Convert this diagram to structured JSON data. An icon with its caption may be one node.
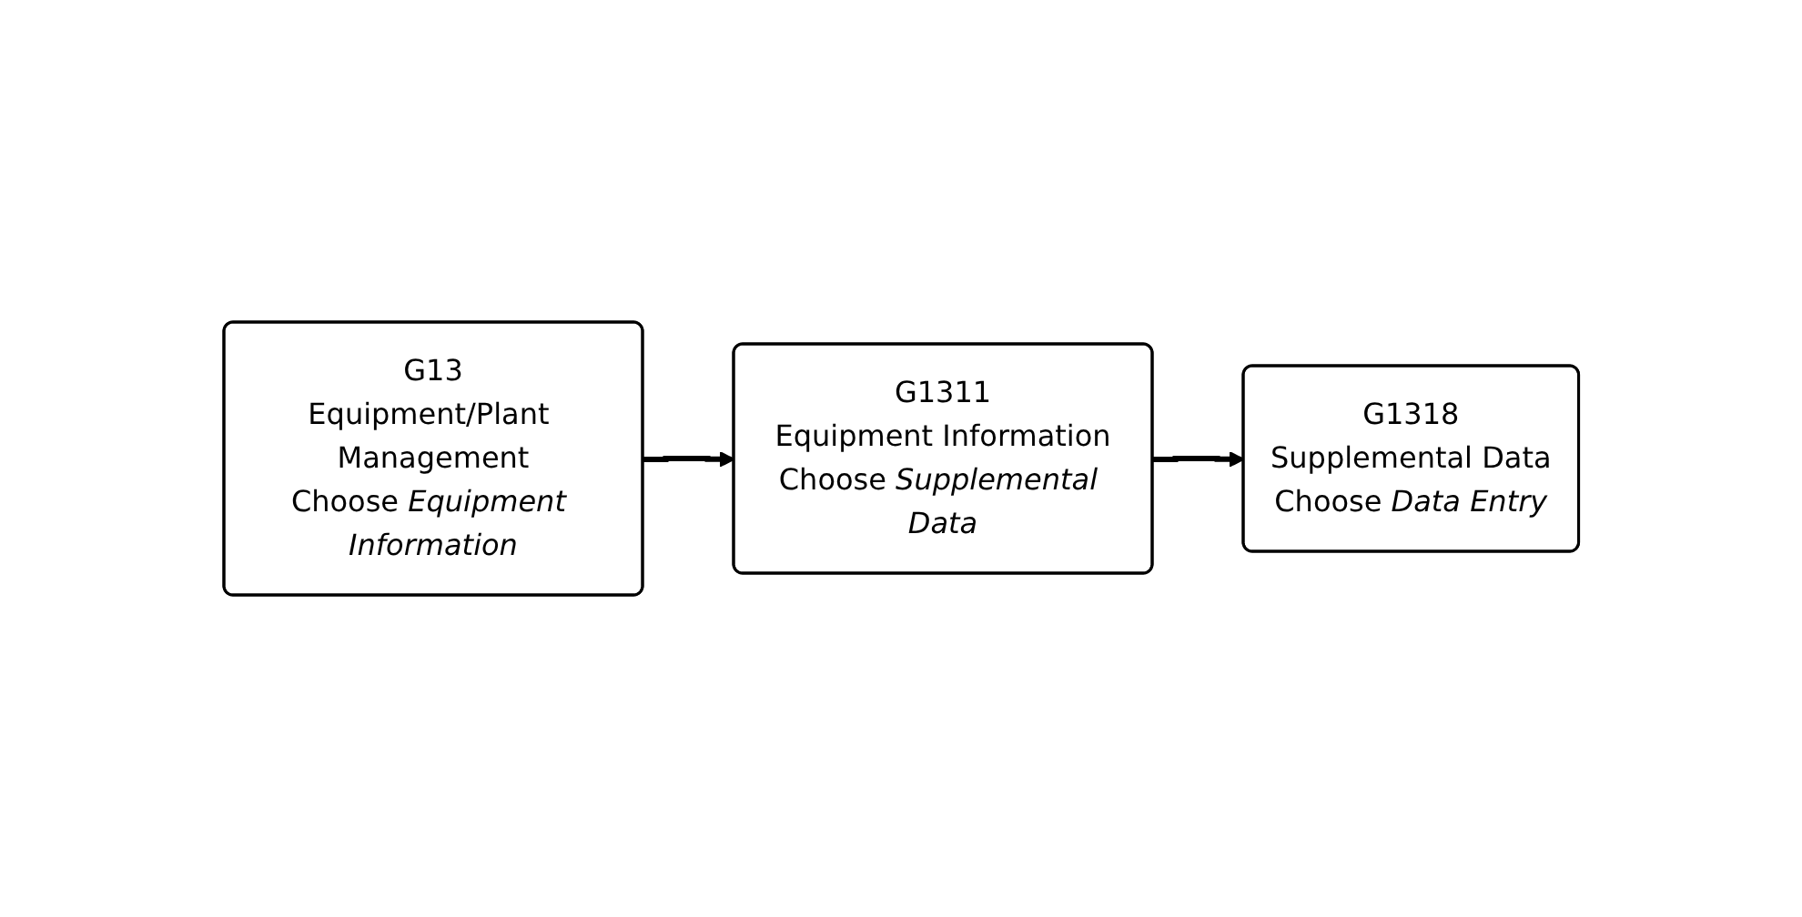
{
  "diagram": {
    "nodes": [
      {
        "text": [
          "G13",
          "Equipment/Plant Management",
          "Choose *Equipment Information*"
        ]
      },
      {
        "text": [
          "G1311",
          "Equipment Information",
          "Choose *Supplemental Data*"
        ]
      },
      {
        "text": [
          "G1318",
          "Supplemental Data",
          "Choose *Data Entry*"
        ]
      }
    ],
    "edges": [
      {
        "from": 0,
        "to": 1,
        "arrow": "to"
      },
      {
        "from": 1,
        "to": 2,
        "arrow": "to"
      }
    ]
  }
}
